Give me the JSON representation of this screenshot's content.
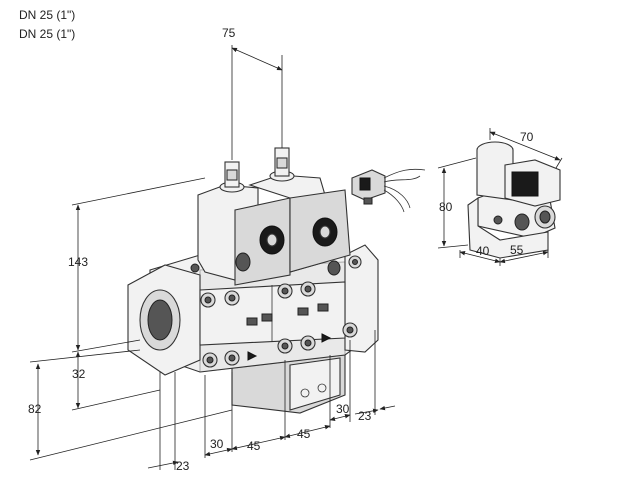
{
  "header": {
    "line1": "DN 25 (1\")",
    "line2": "DN 25 (1\")"
  },
  "dimensions": {
    "top_spacing": "75",
    "height_total": "143",
    "height_inlet": "32",
    "height_base": "82",
    "offset_left": "23",
    "width_a": "30",
    "width_b": "45",
    "width_c": "45",
    "width_d": "30",
    "offset_right": "23",
    "aux_width": "70",
    "aux_height": "80",
    "aux_depth_a": "40",
    "aux_depth_b": "55"
  }
}
